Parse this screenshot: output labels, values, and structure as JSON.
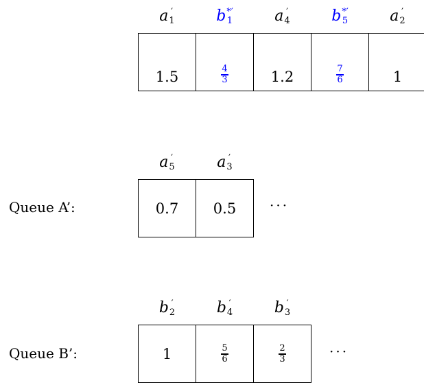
{
  "colors": {
    "highlight": "#0000ff",
    "default": "#000000"
  },
  "top_row": [
    {
      "var": "a",
      "sub": "1",
      "sup": "′",
      "value": "1.5",
      "highlight": false
    },
    {
      "var": "b",
      "sub": "1",
      "sup": "*′",
      "num": "4",
      "den": "3",
      "highlight": true
    },
    {
      "var": "a",
      "sub": "4",
      "sup": "′",
      "value": "1.2",
      "highlight": false
    },
    {
      "var": "b",
      "sub": "5",
      "sup": "*′",
      "num": "7",
      "den": "6",
      "highlight": true
    },
    {
      "var": "a",
      "sub": "2",
      "sup": "′",
      "value": "1",
      "highlight": false
    }
  ],
  "queue_a": {
    "label": "Queue A’:",
    "ellipsis": "···",
    "cells": [
      {
        "var": "a",
        "sub": "5",
        "sup": "′",
        "value": "0.7"
      },
      {
        "var": "a",
        "sub": "3",
        "sup": "′",
        "value": "0.5"
      }
    ]
  },
  "queue_b": {
    "label": "Queue B’:",
    "ellipsis": "···",
    "cells": [
      {
        "var": "b",
        "sub": "2",
        "sup": "′",
        "value": "1"
      },
      {
        "var": "b",
        "sub": "4",
        "sup": "′",
        "num": "5",
        "den": "6"
      },
      {
        "var": "b",
        "sub": "3",
        "sup": "′",
        "num": "2",
        "den": "3"
      }
    ]
  }
}
